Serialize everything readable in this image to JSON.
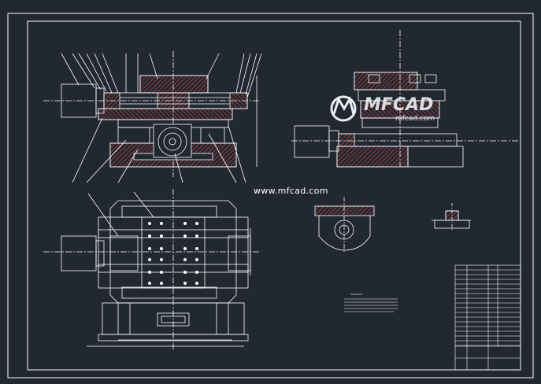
{
  "watermark": {
    "site": "www.mfcad.com",
    "logo_text": "MFCAD",
    "logo_sub": "mfcad.com"
  },
  "colors": {
    "background": "#212830",
    "line": "#ffffff",
    "hatch": "#ff4444",
    "center": "#ffffff"
  }
}
